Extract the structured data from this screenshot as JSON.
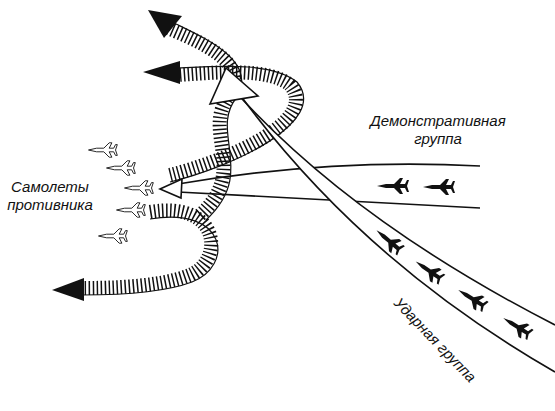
{
  "diagram": {
    "labels": [
      "Демонстративная группа",
      "Самолеты противника",
      "Ударная группа"
    ]
  }
}
